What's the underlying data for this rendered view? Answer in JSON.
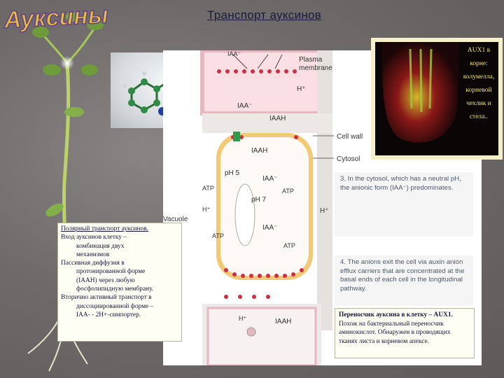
{
  "slide": {
    "title_ru": "Ауксины",
    "title": "Транспорт ауксинов"
  },
  "diagram": {
    "labels": {
      "iaa_top": "IAA⁻",
      "plasma_membrane": "Plasma membrane",
      "h_plus": "H⁺",
      "iaa": "IAA⁻",
      "iaah": "IAAH",
      "cell_wall": "Cell wall",
      "cytosol": "Cytosol",
      "ph5": "pH 5",
      "ph7": "pH 7",
      "atp": "ATP",
      "vacuole": "Vacuole"
    },
    "note3": "3. In the cytosol, which has a neutral pH, the anionic form (IAA⁻) predominates.",
    "note4": "4. The anions exit the cell via auxin anion efflux carriers that are concentrated at the basal ends of each cell in the longitudinal pathway."
  },
  "micrograph": {
    "caption_lines": [
      "AUX1 в",
      "корне:",
      "колумелла,",
      "корневой",
      "чехлик и",
      "стела.."
    ]
  },
  "left_box": {
    "heading": "Полярный транспорт ауксинов.",
    "line1": "Вход ауксинов клетку –",
    "line2": "комбинация двух",
    "line3": "механизмов",
    "line4": "Пассивная диффузия в",
    "line5": "протонированной форме",
    "line6": "(IAAH) через любую",
    "line7": "фосфолипидную мембрану.",
    "line8": "Вторично активный транспорт в",
    "line9": "диссоциированной форме –",
    "line10": "IAA- - 2H+-симпортер."
  },
  "right_box": {
    "heading": "Переносчик ауксина в клетку – AUX1.",
    "line1": "Похож на бактериальный переносчик",
    "line2": "аминокислот. Обнаружен в проводящих",
    "line3": "тканях листа и корневом апексе."
  },
  "colors": {
    "title": "#1a1a3a",
    "cell_wall": "#f2c977",
    "membrane": "#e7b7c0",
    "dots": "#cc2f44"
  }
}
